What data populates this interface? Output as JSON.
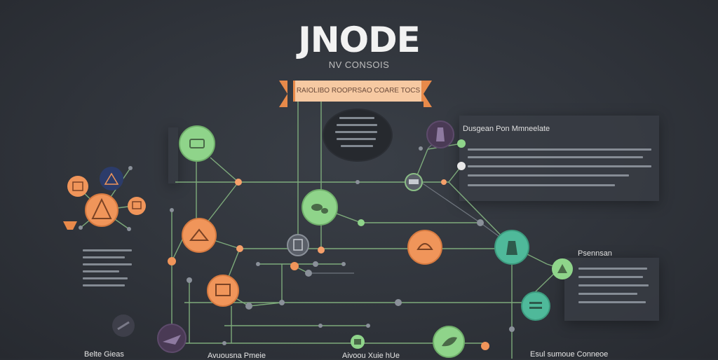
{
  "title": "JNODE",
  "subtitle": "NV CONSOIS",
  "banner": "RAIOLIBO ROOPRSAO COARE TOCS",
  "right_panel_title": "Dusgean Pon Mmneelate",
  "small_panel_title": "Psennsan",
  "bottom_labels": {
    "left": "Belte Gieas",
    "center_left": "Avuousna Pmeie",
    "center_right": "Aivoou Xuie hUe",
    "right": "Esul sumoue Conneoe"
  },
  "colors": {
    "green": "#8fd48a",
    "orange": "#f0955a",
    "teal": "#4fb99a",
    "navy": "#2c3c6a",
    "purple": "#4a3a55",
    "line": "#8bbf86"
  },
  "nodes": [
    {
      "name": "node-green-top-left",
      "icon": "document-icon",
      "color": "green"
    },
    {
      "name": "node-green-center",
      "icon": "chat-icon",
      "color": "green"
    },
    {
      "name": "node-orange-mid-left",
      "icon": "house-icon",
      "color": "orange"
    },
    {
      "name": "node-orange-lower-left",
      "icon": "image-icon",
      "color": "orange"
    },
    {
      "name": "node-orange-center-right",
      "icon": "helmet-icon",
      "color": "orange"
    },
    {
      "name": "node-teal-right",
      "icon": "flask-icon",
      "color": "teal"
    },
    {
      "name": "node-teal-lower-right",
      "icon": "list-icon",
      "color": "teal"
    },
    {
      "name": "node-purple-top",
      "icon": "bottle-icon",
      "color": "purple"
    },
    {
      "name": "node-left-cluster-main",
      "icon": "pyramid-icon",
      "color": "orange"
    },
    {
      "name": "node-navy-left",
      "icon": "mountain-icon",
      "color": "navy"
    }
  ]
}
